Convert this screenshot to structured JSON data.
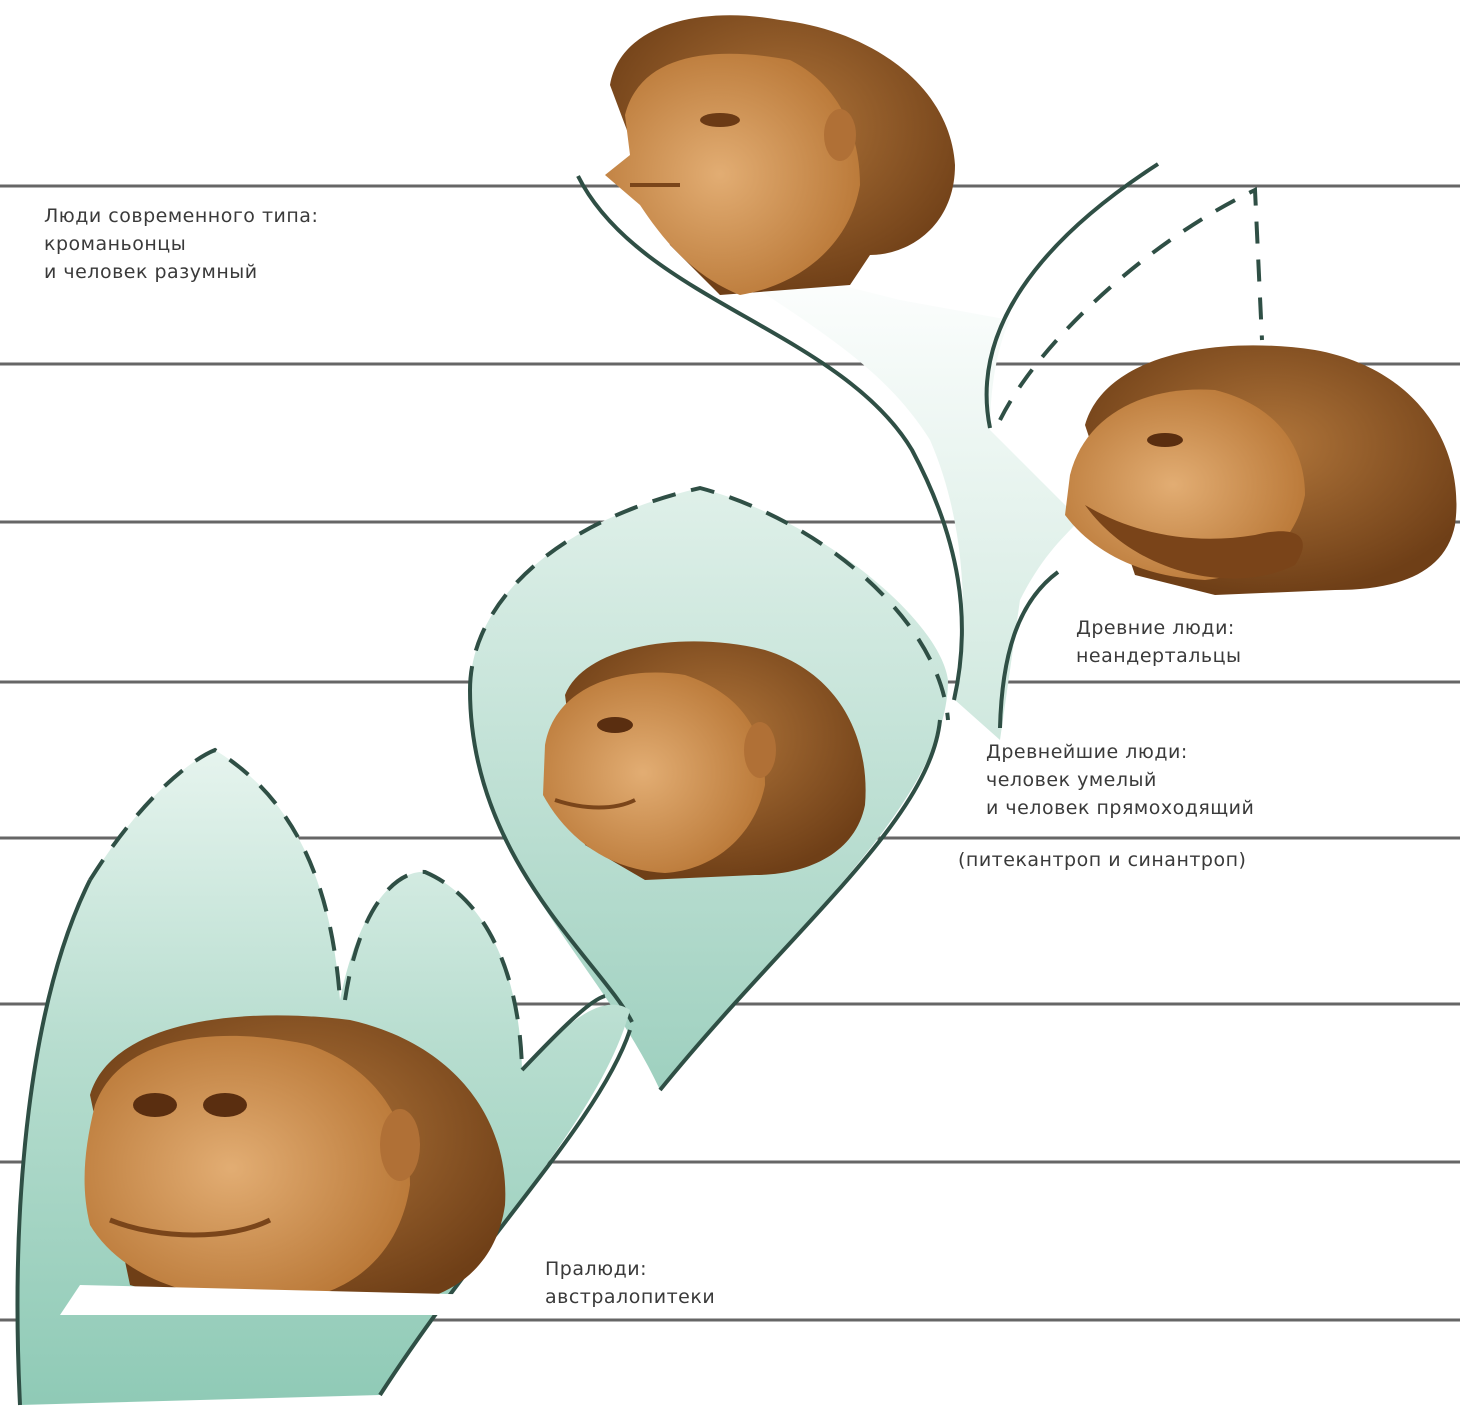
{
  "stages": {
    "modern": {
      "lines": [
        "Люди современного типа:",
        "кроманьонцы",
        "и человек разумный"
      ],
      "portrait_icon": "modern-human-head-icon"
    },
    "neanderthal": {
      "lines": [
        "Древние люди:",
        "неандертальцы"
      ],
      "portrait_icon": "neanderthal-head-icon"
    },
    "archanthropes": {
      "lines": [
        "Древнейшие люди:",
        "человек умелый",
        "и человек прямоходящий"
      ],
      "note": "(питекантроп и синантроп)",
      "portrait_icon": "homo-erectus-head-icon"
    },
    "australopithecus": {
      "lines": [
        "Пралюди:",
        "австралопитеки"
      ],
      "portrait_icon": "australopithecus-head-icon"
    }
  },
  "colors": {
    "branch_fill": "#a9d6c6",
    "branch_fill_light": "#e6f4ee",
    "branch_stroke": "#2f4f45",
    "timeline": "#555555",
    "skin": "#c98a4a",
    "hair": "#8a5324"
  }
}
